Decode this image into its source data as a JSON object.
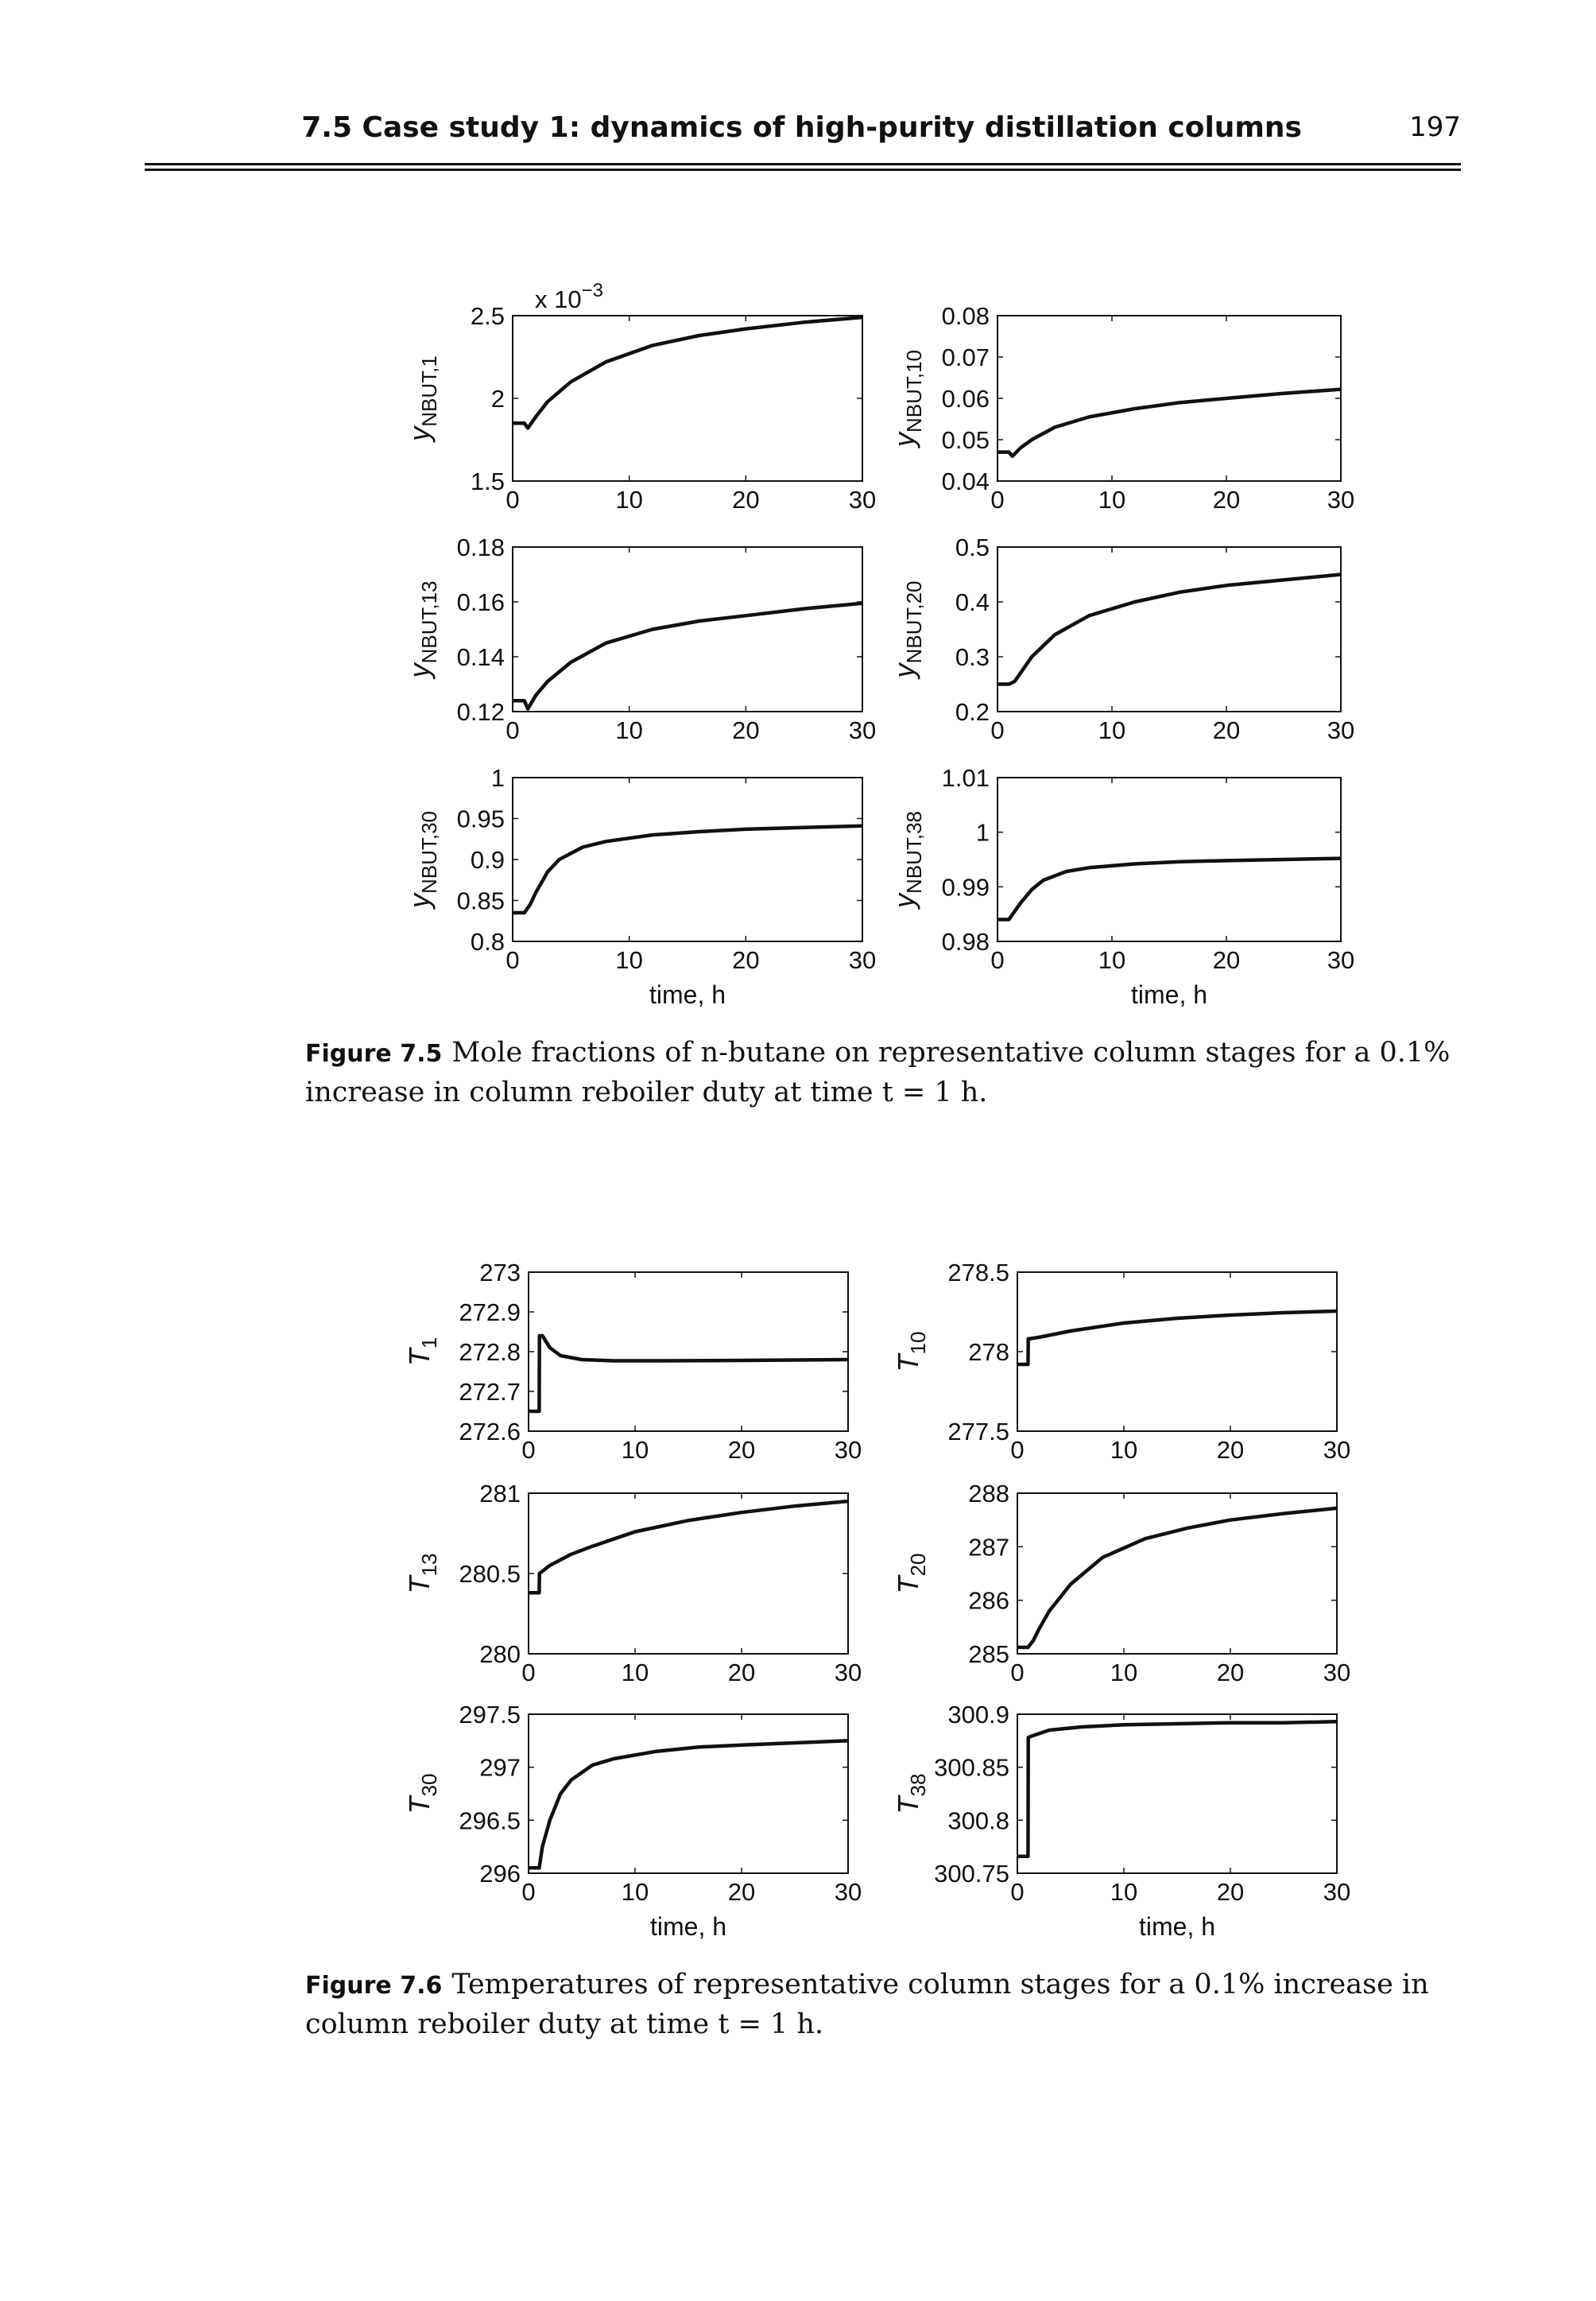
{
  "header": {
    "running_title": "7.5 Case study 1: dynamics of high-purity distillation columns",
    "page_number": "197"
  },
  "figures": [
    {
      "label": "Figure 7.5",
      "caption": "Mole fractions of n-butane on representative column stages for a 0.1% increase in column reboiler duty at time t = 1 h.",
      "xlabel": "time, h"
    },
    {
      "label": "Figure 7.6",
      "caption": "Temperatures of representative column stages for a 0.1% increase in column reboiler duty at time t = 1 h.",
      "xlabel": "time, h"
    }
  ],
  "chart_data": [
    {
      "type": "line",
      "figure": "Figure 7.5",
      "ylabel": "yNBUT,1",
      "ylabel_base": "y",
      "ylabel_sub": "NBUT,1",
      "exponent_label": "x 10-3",
      "xlabel": "",
      "xlim": [
        0,
        30
      ],
      "ylim": [
        0.0015,
        0.0025
      ],
      "xticks": [
        "0",
        "10",
        "20",
        "30"
      ],
      "yticks": [
        "1.5",
        "2",
        "2.5"
      ],
      "series": [
        {
          "x": [
            0,
            1,
            1.3,
            2,
            3,
            5,
            8,
            12,
            16,
            20,
            25,
            30
          ],
          "y": [
            0.00185,
            0.00185,
            0.00182,
            0.00189,
            0.00198,
            0.0021,
            0.00222,
            0.00232,
            0.00238,
            0.00242,
            0.00246,
            0.00249
          ]
        }
      ]
    },
    {
      "type": "line",
      "figure": "Figure 7.5",
      "ylabel": "yNBUT,10",
      "ylabel_base": "y",
      "ylabel_sub": "NBUT,10",
      "xlabel": "",
      "xlim": [
        0,
        30
      ],
      "ylim": [
        0.04,
        0.08
      ],
      "xticks": [
        "0",
        "10",
        "20",
        "30"
      ],
      "yticks": [
        "0.04",
        "0.05",
        "0.06",
        "0.07",
        "0.08"
      ],
      "series": [
        {
          "x": [
            0,
            1,
            1.3,
            2,
            3,
            5,
            8,
            12,
            16,
            20,
            25,
            30
          ],
          "y": [
            0.047,
            0.047,
            0.046,
            0.048,
            0.05,
            0.053,
            0.0555,
            0.0575,
            0.059,
            0.06,
            0.0612,
            0.0622
          ]
        }
      ]
    },
    {
      "type": "line",
      "figure": "Figure 7.5",
      "ylabel": "yNBUT,13",
      "ylabel_base": "y",
      "ylabel_sub": "NBUT,13",
      "xlabel": "",
      "xlim": [
        0,
        30
      ],
      "ylim": [
        0.12,
        0.18
      ],
      "xticks": [
        "0",
        "10",
        "20",
        "30"
      ],
      "yticks": [
        "0.12",
        "0.14",
        "0.16",
        "0.18"
      ],
      "series": [
        {
          "x": [
            0,
            1,
            1.3,
            2,
            3,
            5,
            8,
            12,
            16,
            20,
            25,
            30
          ],
          "y": [
            0.124,
            0.124,
            0.121,
            0.126,
            0.131,
            0.138,
            0.145,
            0.15,
            0.153,
            0.155,
            0.1575,
            0.1595
          ]
        }
      ]
    },
    {
      "type": "line",
      "figure": "Figure 7.5",
      "ylabel": "yNBUT,20",
      "ylabel_base": "y",
      "ylabel_sub": "NBUT,20",
      "xlabel": "",
      "xlim": [
        0,
        30
      ],
      "ylim": [
        0.2,
        0.5
      ],
      "xticks": [
        "0",
        "10",
        "20",
        "30"
      ],
      "yticks": [
        "0.2",
        "0.3",
        "0.4",
        "0.5"
      ],
      "series": [
        {
          "x": [
            0,
            1,
            1.5,
            2,
            3,
            5,
            8,
            12,
            16,
            20,
            25,
            30
          ],
          "y": [
            0.25,
            0.25,
            0.255,
            0.27,
            0.3,
            0.34,
            0.375,
            0.4,
            0.418,
            0.43,
            0.44,
            0.45
          ]
        }
      ]
    },
    {
      "type": "line",
      "figure": "Figure 7.5",
      "ylabel": "yNBUT,30",
      "ylabel_base": "y",
      "ylabel_sub": "NBUT,30",
      "xlabel": "time, h",
      "xlim": [
        0,
        30
      ],
      "ylim": [
        0.8,
        1.0
      ],
      "xticks": [
        "0",
        "10",
        "20",
        "30"
      ],
      "yticks": [
        "0.8",
        "0.85",
        "0.9",
        "0.95",
        "1"
      ],
      "series": [
        {
          "x": [
            0,
            1,
            1.5,
            2,
            3,
            4,
            6,
            8,
            12,
            16,
            20,
            25,
            30
          ],
          "y": [
            0.835,
            0.835,
            0.845,
            0.86,
            0.885,
            0.9,
            0.915,
            0.922,
            0.93,
            0.934,
            0.937,
            0.939,
            0.941
          ]
        }
      ]
    },
    {
      "type": "line",
      "figure": "Figure 7.5",
      "ylabel": "yNBUT,38",
      "ylabel_base": "y",
      "ylabel_sub": "NBUT,38",
      "xlabel": "time, h",
      "xlim": [
        0,
        30
      ],
      "ylim": [
        0.98,
        1.01
      ],
      "xticks": [
        "0",
        "10",
        "20",
        "30"
      ],
      "yticks": [
        "0.98",
        "0.99",
        "1",
        "1.01"
      ],
      "series": [
        {
          "x": [
            0,
            1,
            1.5,
            2,
            3,
            4,
            6,
            8,
            12,
            16,
            20,
            25,
            30
          ],
          "y": [
            0.984,
            0.984,
            0.9855,
            0.987,
            0.9895,
            0.9912,
            0.9928,
            0.9935,
            0.9942,
            0.9946,
            0.9948,
            0.995,
            0.9952
          ]
        }
      ]
    },
    {
      "type": "line",
      "figure": "Figure 7.6",
      "ylabel": "T1",
      "ylabel_base": "T",
      "ylabel_sub": "1",
      "xlabel": "",
      "xlim": [
        0,
        30
      ],
      "ylim": [
        272.6,
        273
      ],
      "xticks": [
        "0",
        "10",
        "20",
        "30"
      ],
      "yticks": [
        "272.6",
        "272.7",
        "272.8",
        "272.9",
        "273"
      ],
      "series": [
        {
          "x": [
            0,
            1,
            1.02,
            1.3,
            2,
            3,
            5,
            8,
            12,
            20,
            30
          ],
          "y": [
            272.65,
            272.65,
            272.84,
            272.84,
            272.81,
            272.79,
            272.78,
            272.777,
            272.777,
            272.778,
            272.78
          ]
        }
      ]
    },
    {
      "type": "line",
      "figure": "Figure 7.6",
      "ylabel": "T10",
      "ylabel_base": "T",
      "ylabel_sub": "10",
      "xlabel": "",
      "xlim": [
        0,
        30
      ],
      "ylim": [
        277.5,
        278.5
      ],
      "xticks": [
        "0",
        "10",
        "20",
        "30"
      ],
      "yticks": [
        "277.5",
        "278",
        "278.5"
      ],
      "series": [
        {
          "x": [
            0,
            1,
            1.02,
            2,
            5,
            10,
            15,
            20,
            25,
            30
          ],
          "y": [
            277.92,
            277.92,
            278.08,
            278.09,
            278.13,
            278.18,
            278.21,
            278.23,
            278.245,
            278.255
          ]
        }
      ]
    },
    {
      "type": "line",
      "figure": "Figure 7.6",
      "ylabel": "T13",
      "ylabel_base": "T",
      "ylabel_sub": "13",
      "xlabel": "",
      "xlim": [
        0,
        30
      ],
      "ylim": [
        280,
        281
      ],
      "xticks": [
        "0",
        "10",
        "20",
        "30"
      ],
      "yticks": [
        "280",
        "280.5",
        "281"
      ],
      "series": [
        {
          "x": [
            0,
            1,
            1.02,
            2,
            4,
            6,
            10,
            15,
            20,
            25,
            30
          ],
          "y": [
            280.38,
            280.38,
            280.5,
            280.55,
            280.62,
            280.67,
            280.76,
            280.83,
            280.88,
            280.92,
            280.95
          ]
        }
      ]
    },
    {
      "type": "line",
      "figure": "Figure 7.6",
      "ylabel": "T20",
      "ylabel_base": "T",
      "ylabel_sub": "20",
      "xlabel": "",
      "xlim": [
        0,
        30
      ],
      "ylim": [
        285,
        288
      ],
      "xticks": [
        "0",
        "10",
        "20",
        "30"
      ],
      "yticks": [
        "285",
        "286",
        "287",
        "288"
      ],
      "series": [
        {
          "x": [
            0,
            1,
            1.5,
            2,
            3,
            5,
            8,
            12,
            16,
            20,
            25,
            30
          ],
          "y": [
            285.12,
            285.12,
            285.25,
            285.45,
            285.8,
            286.3,
            286.8,
            287.15,
            287.35,
            287.5,
            287.62,
            287.72
          ]
        }
      ]
    },
    {
      "type": "line",
      "figure": "Figure 7.6",
      "ylabel": "T30",
      "ylabel_base": "T",
      "ylabel_sub": "30",
      "xlabel": "time, h",
      "xlim": [
        0,
        30
      ],
      "ylim": [
        296,
        297.5
      ],
      "xticks": [
        "0",
        "10",
        "20",
        "30"
      ],
      "yticks": [
        "296",
        "296.5",
        "297",
        "297.5"
      ],
      "series": [
        {
          "x": [
            0,
            1,
            1.3,
            2,
            3,
            4,
            6,
            8,
            12,
            16,
            20,
            25,
            30
          ],
          "y": [
            296.05,
            296.05,
            296.25,
            296.5,
            296.75,
            296.88,
            297.02,
            297.08,
            297.15,
            297.19,
            297.21,
            297.23,
            297.25
          ]
        }
      ]
    },
    {
      "type": "line",
      "figure": "Figure 7.6",
      "ylabel": "T38",
      "ylabel_base": "T",
      "ylabel_sub": "38",
      "xlabel": "time, h",
      "xlim": [
        0,
        30
      ],
      "ylim": [
        300.75,
        300.9
      ],
      "xticks": [
        "0",
        "10",
        "20",
        "30"
      ],
      "yticks": [
        "300.75",
        "300.8",
        "300.85",
        "300.9"
      ],
      "series": [
        {
          "x": [
            0,
            1,
            1.02,
            1.5,
            3,
            6,
            10,
            15,
            20,
            25,
            30
          ],
          "y": [
            300.766,
            300.766,
            300.878,
            300.88,
            300.885,
            300.888,
            300.89,
            300.891,
            300.892,
            300.892,
            300.893
          ]
        }
      ]
    }
  ]
}
